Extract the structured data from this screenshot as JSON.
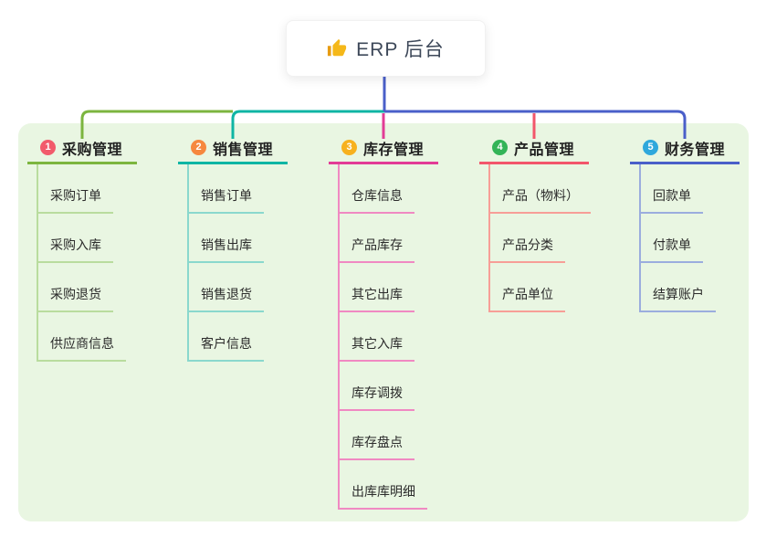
{
  "root": {
    "title": "ERP 后台",
    "icon": "thumbs-up-icon"
  },
  "branches": [
    {
      "badge": "1",
      "label": "采购管理",
      "badge_color": "#f25b6b",
      "line_color": "#7cb53f",
      "light_color": "#b9dc9e",
      "items": [
        "采购订单",
        "采购入库",
        "采购退货",
        "供应商信息"
      ]
    },
    {
      "badge": "2",
      "label": "销售管理",
      "badge_color": "#f6883f",
      "line_color": "#0fb5a4",
      "light_color": "#8ad8cd",
      "items": [
        "销售订单",
        "销售出库",
        "销售退货",
        "客户信息"
      ]
    },
    {
      "badge": "3",
      "label": "库存管理",
      "badge_color": "#f7b11e",
      "line_color": "#e23c96",
      "light_color": "#f089c2",
      "items": [
        "仓库信息",
        "产品库存",
        "其它出库",
        "其它入库",
        "库存调拨",
        "库存盘点",
        "出库库明细"
      ]
    },
    {
      "badge": "4",
      "label": "产品管理",
      "badge_color": "#33b457",
      "line_color": "#f2566b",
      "light_color": "#f79e97",
      "items": [
        "产品（物料）",
        "产品分类",
        "产品单位"
      ]
    },
    {
      "badge": "5",
      "label": "财务管理",
      "badge_color": "#2fa8dc",
      "line_color": "#4a5fc9",
      "light_color": "#9badde",
      "items": [
        "回款单",
        "付款单",
        "结算账户"
      ]
    }
  ],
  "colors": {
    "panel_bg": "#e9f6e2",
    "root_connector": "#4a5fc9",
    "thumb_gold": "#f5b819",
    "thumb_gold_dark": "#e79c12"
  }
}
